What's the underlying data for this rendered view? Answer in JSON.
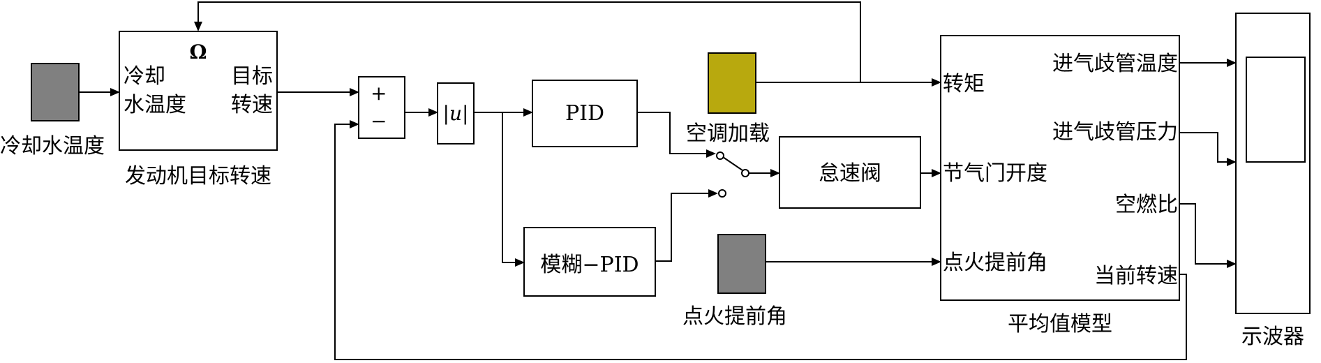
{
  "blocks": {
    "coolant_source": {
      "label": "冷却水温度",
      "color": "#808080"
    },
    "target_speed": {
      "symbol": "Ω",
      "in_line1": "冷却",
      "in_line2": "水温度",
      "out_line1": "目标",
      "out_line2": "转速",
      "caption": "发动机目标转速"
    },
    "sum": {
      "plus": "+",
      "minus": "−"
    },
    "abs": {
      "label": "|u|"
    },
    "pid": {
      "label": "PID"
    },
    "fuzzy_pid": {
      "label": "模糊−PID"
    },
    "ac_load": {
      "label": "空调加载",
      "color": "#b8a90e"
    },
    "idle_valve": {
      "label": "怠速阀"
    },
    "ignition_source": {
      "label": "点火提前角",
      "color": "#808080"
    },
    "mean_value_model": {
      "caption": "平均值模型",
      "inputs": [
        "转矩",
        "节气门开度",
        "点火提前角"
      ],
      "outputs": [
        "进气歧管温度",
        "进气歧管压力",
        "空燃比",
        "当前转速"
      ]
    },
    "scope": {
      "caption": "示波器"
    }
  }
}
